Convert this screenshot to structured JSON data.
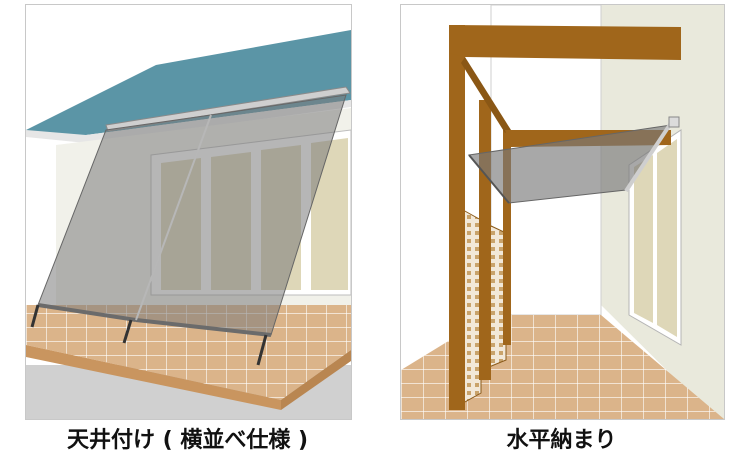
{
  "captions": {
    "left": "天井付け ( 横並べ仕様 )",
    "right": "水平納まり"
  },
  "colors": {
    "roof": "#5b95a6",
    "wall": "#f1f1ea",
    "window_glass": "#ded7b8",
    "floor_tile": "#dbb48a",
    "floor_grout": "#ffffff",
    "shade_fabric": "#7a7a7a",
    "wood_post": "#a0661b",
    "ground": "#d0d0d0"
  },
  "illustrations": {
    "left": "ceiling-mounted-shade-illustration",
    "right": "horizontal-shade-illustration"
  }
}
